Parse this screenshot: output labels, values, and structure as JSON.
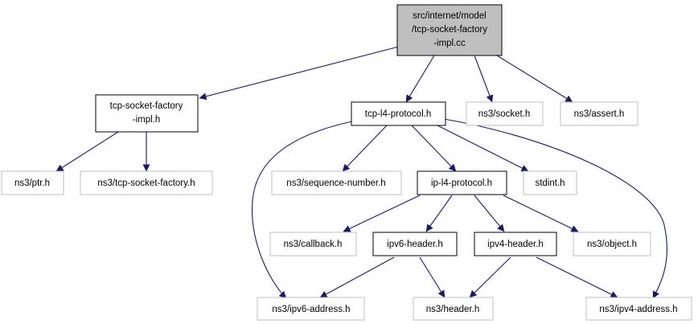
{
  "colors": {
    "edge": "#191970",
    "root_fill": "#bfbfbf",
    "root_border": "#000000",
    "documented_border": "#000000",
    "external_border": "#bfbfbf",
    "node_fill": "#ffffff"
  },
  "nodes": [
    {
      "id": "root",
      "lines": [
        "src/internet/model",
        "/tcp-socket-factory",
        "-impl.cc"
      ],
      "kind": "root"
    },
    {
      "id": "tcp-socket-factory-impl-h",
      "lines": [
        "tcp-socket-factory",
        "-impl.h"
      ],
      "kind": "documented"
    },
    {
      "id": "tcp-l4-protocol-h",
      "lines": [
        "tcp-l4-protocol.h"
      ],
      "kind": "documented"
    },
    {
      "id": "ns3-socket-h",
      "lines": [
        "ns3/socket.h"
      ],
      "kind": "external"
    },
    {
      "id": "ns3-assert-h",
      "lines": [
        "ns3/assert.h"
      ],
      "kind": "external"
    },
    {
      "id": "ns3-ptr-h",
      "lines": [
        "ns3/ptr.h"
      ],
      "kind": "external"
    },
    {
      "id": "ns3-tcp-socket-factory-h",
      "lines": [
        "ns3/tcp-socket-factory.h"
      ],
      "kind": "external"
    },
    {
      "id": "ns3-sequence-number-h",
      "lines": [
        "ns3/sequence-number.h"
      ],
      "kind": "external"
    },
    {
      "id": "ip-l4-protocol-h",
      "lines": [
        "ip-l4-protocol.h"
      ],
      "kind": "documented"
    },
    {
      "id": "stdint-h",
      "lines": [
        "stdint.h"
      ],
      "kind": "external"
    },
    {
      "id": "ns3-callback-h",
      "lines": [
        "ns3/callback.h"
      ],
      "kind": "external"
    },
    {
      "id": "ipv6-header-h",
      "lines": [
        "ipv6-header.h"
      ],
      "kind": "documented"
    },
    {
      "id": "ipv4-header-h",
      "lines": [
        "ipv4-header.h"
      ],
      "kind": "documented"
    },
    {
      "id": "ns3-object-h",
      "lines": [
        "ns3/object.h"
      ],
      "kind": "external"
    },
    {
      "id": "ns3-ipv6-address-h",
      "lines": [
        "ns3/ipv6-address.h"
      ],
      "kind": "external"
    },
    {
      "id": "ns3-header-h",
      "lines": [
        "ns3/header.h"
      ],
      "kind": "external"
    },
    {
      "id": "ns3-ipv4-address-h",
      "lines": [
        "ns3/ipv4-address.h"
      ],
      "kind": "external"
    }
  ],
  "edges": [
    {
      "from": "root",
      "to": "tcp-socket-factory-impl-h"
    },
    {
      "from": "root",
      "to": "tcp-l4-protocol-h"
    },
    {
      "from": "root",
      "to": "ns3-socket-h"
    },
    {
      "from": "root",
      "to": "ns3-assert-h"
    },
    {
      "from": "tcp-socket-factory-impl-h",
      "to": "ns3-ptr-h"
    },
    {
      "from": "tcp-socket-factory-impl-h",
      "to": "ns3-tcp-socket-factory-h"
    },
    {
      "from": "tcp-l4-protocol-h",
      "to": "ns3-ipv6-address-h"
    },
    {
      "from": "tcp-l4-protocol-h",
      "to": "ns3-sequence-number-h"
    },
    {
      "from": "tcp-l4-protocol-h",
      "to": "ip-l4-protocol-h"
    },
    {
      "from": "tcp-l4-protocol-h",
      "to": "stdint-h"
    },
    {
      "from": "tcp-l4-protocol-h",
      "to": "ns3-ipv4-address-h"
    },
    {
      "from": "ip-l4-protocol-h",
      "to": "ns3-callback-h"
    },
    {
      "from": "ip-l4-protocol-h",
      "to": "ipv6-header-h"
    },
    {
      "from": "ip-l4-protocol-h",
      "to": "ipv4-header-h"
    },
    {
      "from": "ip-l4-protocol-h",
      "to": "ns3-object-h"
    },
    {
      "from": "ipv6-header-h",
      "to": "ns3-ipv6-address-h"
    },
    {
      "from": "ipv6-header-h",
      "to": "ns3-header-h"
    },
    {
      "from": "ipv4-header-h",
      "to": "ns3-header-h"
    },
    {
      "from": "ipv4-header-h",
      "to": "ns3-ipv4-address-h"
    }
  ]
}
